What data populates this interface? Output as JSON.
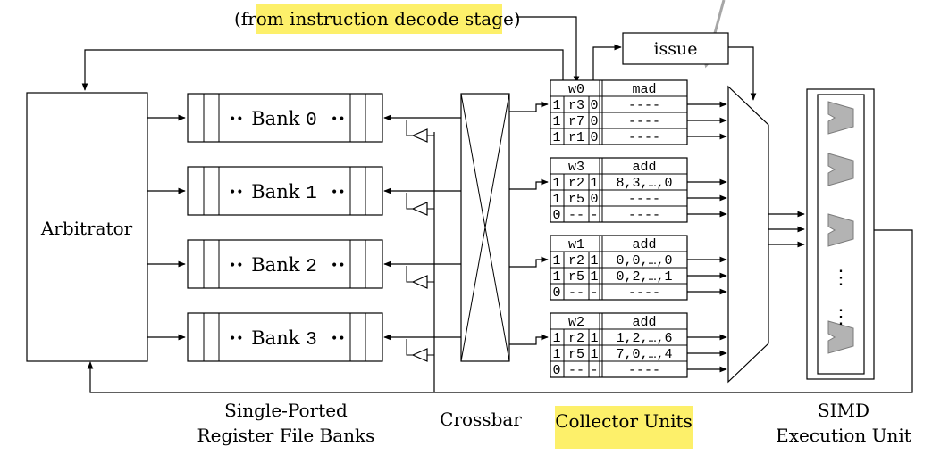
{
  "labels": {
    "top_source": "(from instruction decode stage)",
    "issue": "issue",
    "arbitrator": "Arbitrator",
    "banks_caption": [
      "Single-Ported",
      "Register File Banks"
    ],
    "crossbar_caption": "Crossbar",
    "collector_caption": "Collector Units",
    "simd_caption": [
      "SIMD",
      "Execution Unit"
    ]
  },
  "banks": [
    {
      "prefix": "Bank",
      "num": "0"
    },
    {
      "prefix": "Bank",
      "num": "1"
    },
    {
      "prefix": "Bank",
      "num": "2"
    },
    {
      "prefix": "Bank",
      "num": "3"
    }
  ],
  "dots": "••",
  "collector_units": [
    {
      "warp": "w0",
      "op": "mad",
      "rows": [
        {
          "v": "1",
          "reg": "r3",
          "r": "0",
          "data": "----"
        },
        {
          "v": "1",
          "reg": "r7",
          "r": "0",
          "data": "----"
        },
        {
          "v": "1",
          "reg": "r1",
          "r": "0",
          "data": "----"
        }
      ]
    },
    {
      "warp": "w3",
      "op": "add",
      "rows": [
        {
          "v": "1",
          "reg": "r2",
          "r": "1",
          "data": "8,3,…,0"
        },
        {
          "v": "1",
          "reg": "r5",
          "r": "0",
          "data": "----"
        },
        {
          "v": "0",
          "reg": "--",
          "r": "-",
          "data": "----"
        }
      ]
    },
    {
      "warp": "w1",
      "op": "add",
      "rows": [
        {
          "v": "1",
          "reg": "r2",
          "r": "1",
          "data": "0,0,…,0"
        },
        {
          "v": "1",
          "reg": "r5",
          "r": "1",
          "data": "0,2,…,1"
        },
        {
          "v": "0",
          "reg": "--",
          "r": "-",
          "data": "----"
        }
      ]
    },
    {
      "warp": "w2",
      "op": "add",
      "rows": [
        {
          "v": "1",
          "reg": "r2",
          "r": "1",
          "data": "1,2,…,6"
        },
        {
          "v": "1",
          "reg": "r5",
          "r": "1",
          "data": "7,0,…,4"
        },
        {
          "v": "0",
          "reg": "--",
          "r": "-",
          "data": "----"
        }
      ]
    }
  ],
  "simd_vdots": "⋮",
  "colors": {
    "highlight": "#fdf06a",
    "lane_fill": "#b3b3b3",
    "gray_arrow": "#a6a6a6"
  }
}
